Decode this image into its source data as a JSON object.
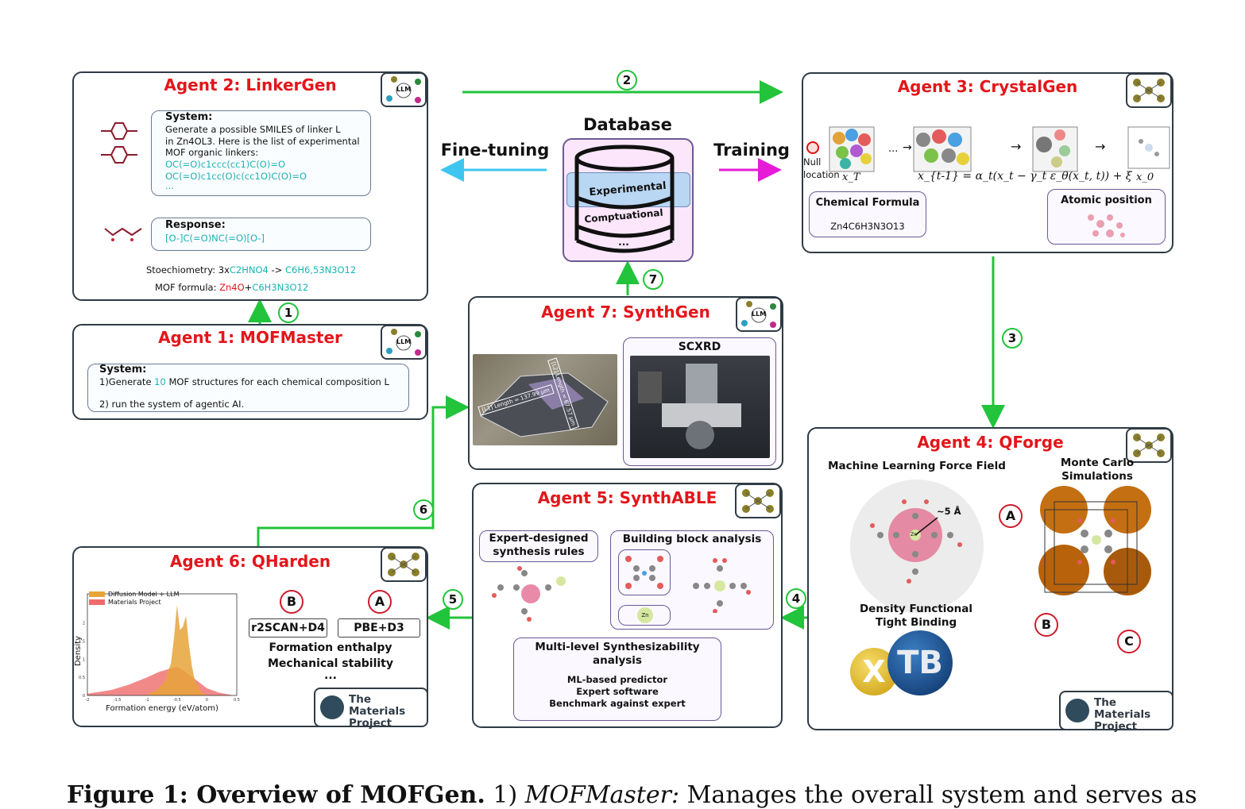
{
  "database": {
    "title": "Database",
    "layers": [
      "Experimental",
      "Comptuational",
      "..."
    ]
  },
  "flows": {
    "fine_tuning": "Fine-tuning",
    "training": "Training"
  },
  "steps": [
    "1",
    "2",
    "3",
    "4",
    "5",
    "6",
    "7"
  ],
  "agent2": {
    "title": "Agent 2: LinkerGen",
    "system_label": "System:",
    "system_lines": [
      "Generate a possible SMILES of linker L",
      "in Zn4OL3. Here is the list of experimental",
      "MOF organic linkers:"
    ],
    "smiles": [
      "OC(=O)c1ccc(cc1)C(O)=O",
      "OC(=O)c1cc(O)c(cc1O)C(O)=O",
      "..."
    ],
    "response_label": "Response:",
    "response": "[O-]C(=O)NC(=O)[O-]",
    "stoich_label": "Stoechiometry: 3x",
    "stoich_a": "C2HNO4",
    "stoich_arrow": " -> ",
    "stoich_b": "C6H6,53N3O12",
    "formula_label": "MOF formula: ",
    "formula_a": "Zn4O",
    "formula_plus": "+",
    "formula_b": "C6H3N3O12"
  },
  "agent1": {
    "title": "Agent 1: MOFMaster",
    "system_label": "System:",
    "line1_a": "1)Generate ",
    "line1_num": "10",
    "line1_b": " MOF structures for each chemical composition L",
    "line2": "2) run the system of agentic AI."
  },
  "agent3": {
    "title": "Agent 3: CrystalGen",
    "null_location": [
      "Null",
      "location"
    ],
    "xT": "x_T",
    "ellipsis": "...",
    "equation": "x_{t-1} = α_t(x_t − γ_t ε_θ(x_t, t)) + ξ",
    "x0": "x_0",
    "chem_formula_label": "Chemical Formula",
    "chem_formula": "Zn4C6H3N3O13",
    "atomic_position_label": "Atomic position"
  },
  "agent7": {
    "title": "Agent 7: SynthGen",
    "scxrd": "SCXRD",
    "measure_1": "[L1] Length = 137.99 μm",
    "measure_2": "[L2] Length = 67.57 μm"
  },
  "agent5": {
    "title": "Agent 5: SynthABLE",
    "expert_rules": [
      "Expert-designed",
      "synthesis rules"
    ],
    "building_block": "Building block analysis",
    "multi_level": [
      "Multi-level Synthesizability",
      "analysis"
    ],
    "items": [
      "ML-based predictor",
      "Expert software",
      "Benchmark against expert"
    ]
  },
  "agent4": {
    "title": "Agent 4: QForge",
    "mlff": "Machine Learning Force Field",
    "monte_carlo": [
      "Monte Carlo",
      "Simulations"
    ],
    "dftb": [
      "Density Functional",
      "Tight Binding"
    ],
    "radius": "~5 Å",
    "xtb_x": "X",
    "xtb_tb": "TB",
    "materials_project": [
      "The Materials",
      "Project"
    ],
    "labels": [
      "A",
      "B",
      "C"
    ]
  },
  "agent6": {
    "title": "Agent 6: QHarden",
    "b_label": "B",
    "a_label": "A",
    "r2scan": "r2SCAN+D4",
    "pbe": "PBE+D3",
    "props": [
      "Formation enthalpy",
      "Mechanical stability",
      "..."
    ],
    "materials_project": [
      "The Materials",
      "Project"
    ]
  },
  "badge_text": "LLM",
  "zn": "Zn",
  "chart_data": {
    "type": "area",
    "xlabel": "Formation energy (eV/atom)",
    "ylabel": "Density",
    "xticks": [
      "-2",
      "-1.5",
      "-1",
      "-0.5",
      "0",
      "0.5"
    ],
    "yticks": [
      "0",
      "0.5",
      "1",
      "1.5",
      "2"
    ],
    "xlim": [
      -2,
      0.5
    ],
    "ylim": [
      0,
      2.8
    ],
    "legend_position": "top-left",
    "series": [
      {
        "name": "Diffusion Model + LLM",
        "color": "#e8a33a",
        "x": [
          -1.0,
          -0.8,
          -0.7,
          -0.6,
          -0.55,
          -0.5,
          -0.45,
          -0.4,
          -0.35,
          -0.3,
          -0.25,
          -0.2,
          -0.1,
          0.0
        ],
        "y": [
          0,
          0.2,
          0.4,
          0.9,
          1.6,
          2.5,
          1.8,
          1.9,
          2.2,
          1.4,
          0.8,
          0.4,
          0.1,
          0
        ]
      },
      {
        "name": "Materials Project",
        "color": "#ef6b6b",
        "x": [
          -2.0,
          -1.6,
          -1.3,
          -1.0,
          -0.8,
          -0.6,
          -0.5,
          -0.4,
          -0.2,
          0.0,
          0.2,
          0.4
        ],
        "y": [
          0.05,
          0.15,
          0.3,
          0.5,
          0.65,
          0.75,
          0.78,
          0.7,
          0.45,
          0.2,
          0.08,
          0.02
        ]
      }
    ]
  },
  "caption": {
    "bold": "Figure 1: Overview of MOFGen.",
    "rest": " 1) ",
    "italic": "MOFMaster:",
    "tail": " Manages the overall system and serves as"
  }
}
